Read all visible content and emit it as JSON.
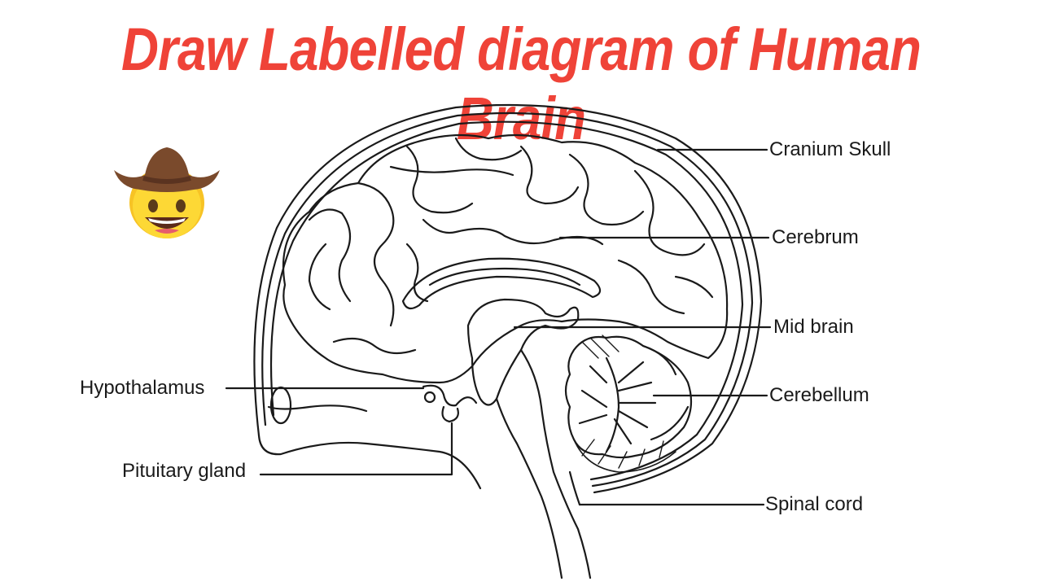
{
  "title": "Draw Labelled diagram of Human Brain",
  "colors": {
    "title": "#ef4338",
    "line": "#1a1a1a",
    "label": "#1a1a1a"
  },
  "icons": {
    "emoji": "cowboy-face-icon"
  },
  "labels": {
    "cranium": "Cranium Skull",
    "cerebrum": "Cerebrum",
    "midbrain": "Mid brain",
    "cerebellum": "Cerebellum",
    "spinal": "Spinal cord",
    "hypothalamus": "Hypothalamus",
    "pituitary": "Pituitary gland"
  }
}
